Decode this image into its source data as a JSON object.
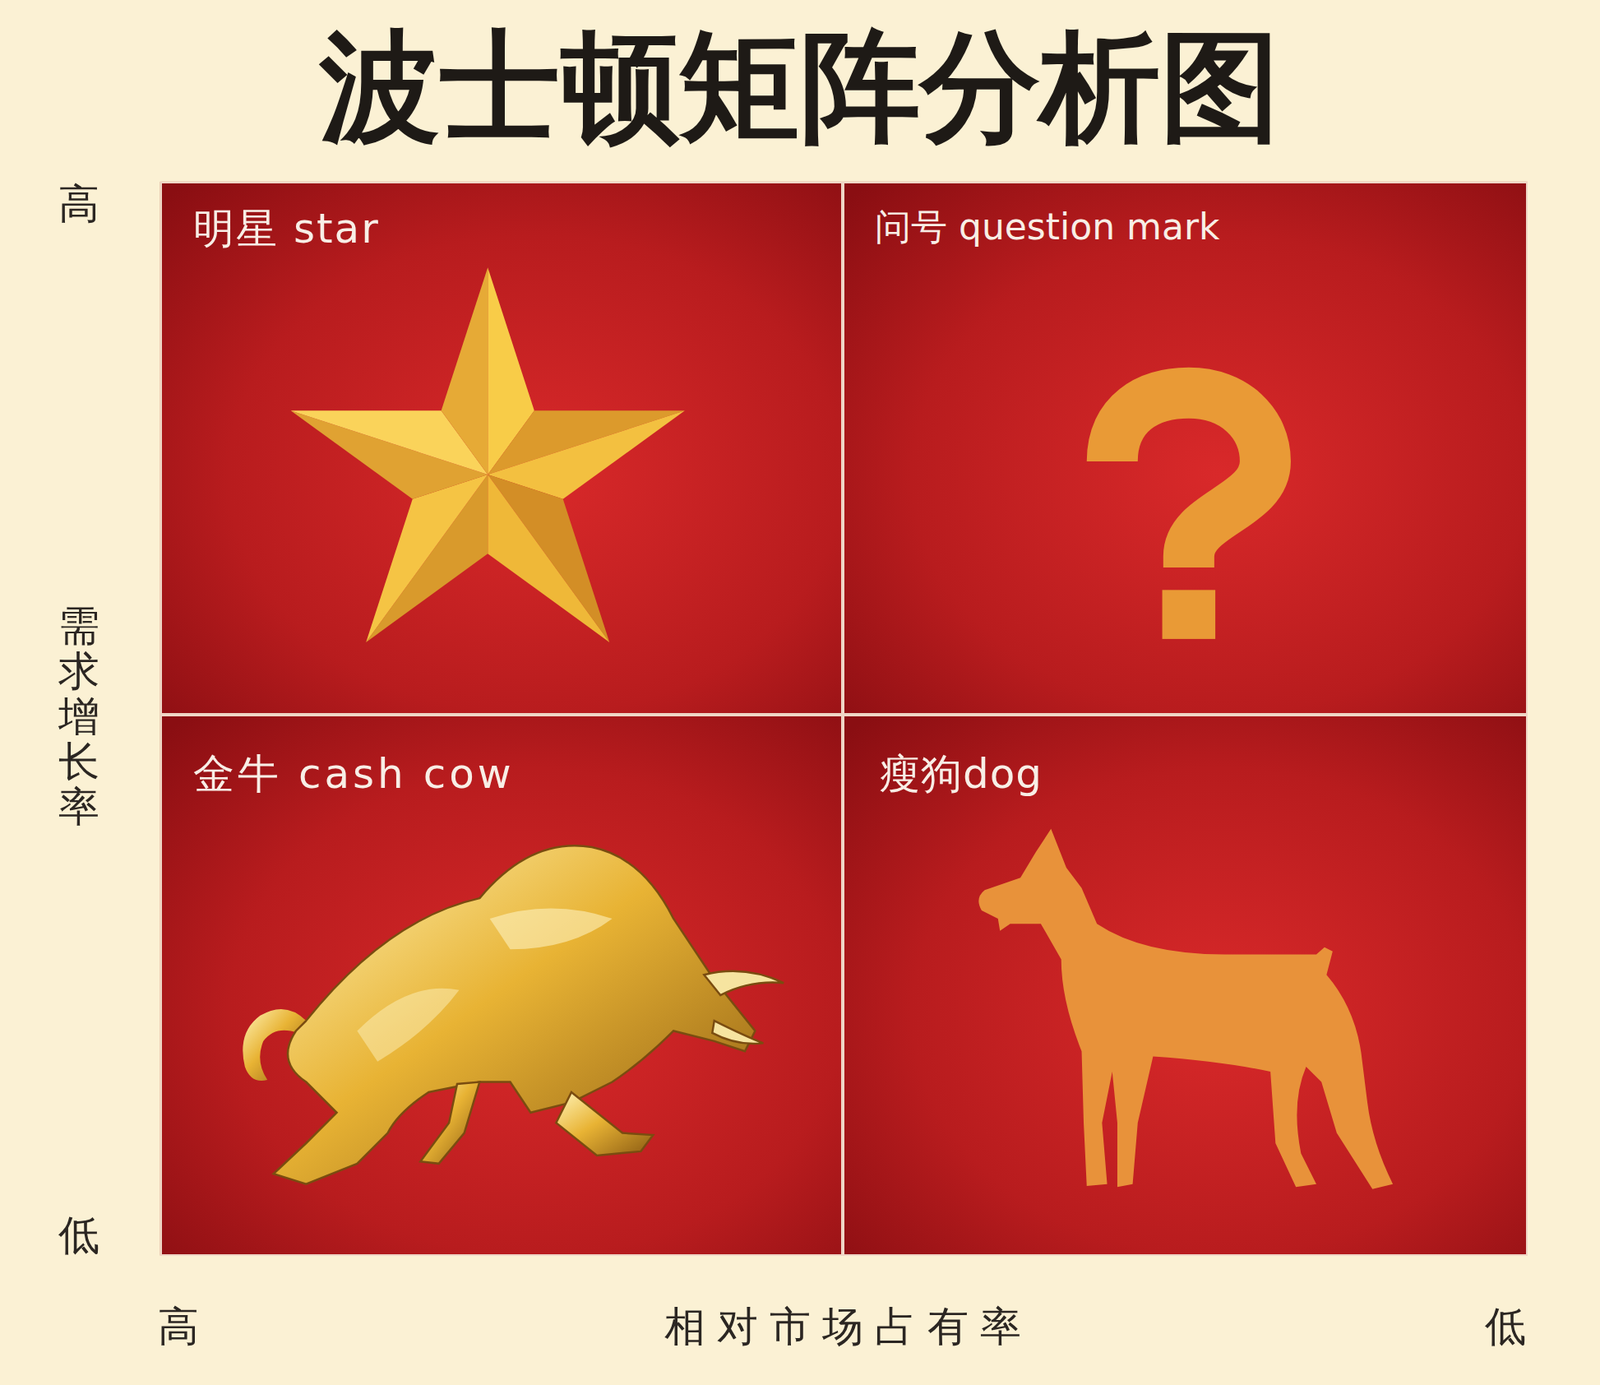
{
  "diagram": {
    "title": "波士顿矩阵分析图",
    "nodes": [
      {
        "text": [
          "明星 star"
        ]
      },
      {
        "text": [
          "问号 question mark"
        ]
      },
      {
        "text": [
          "金牛 cash cow"
        ]
      },
      {
        "text": [
          "瘦狗dog"
        ]
      }
    ],
    "labels": [
      "高",
      "需求增长率",
      "低",
      "高",
      "相对市场占有率",
      "低"
    ]
  }
}
